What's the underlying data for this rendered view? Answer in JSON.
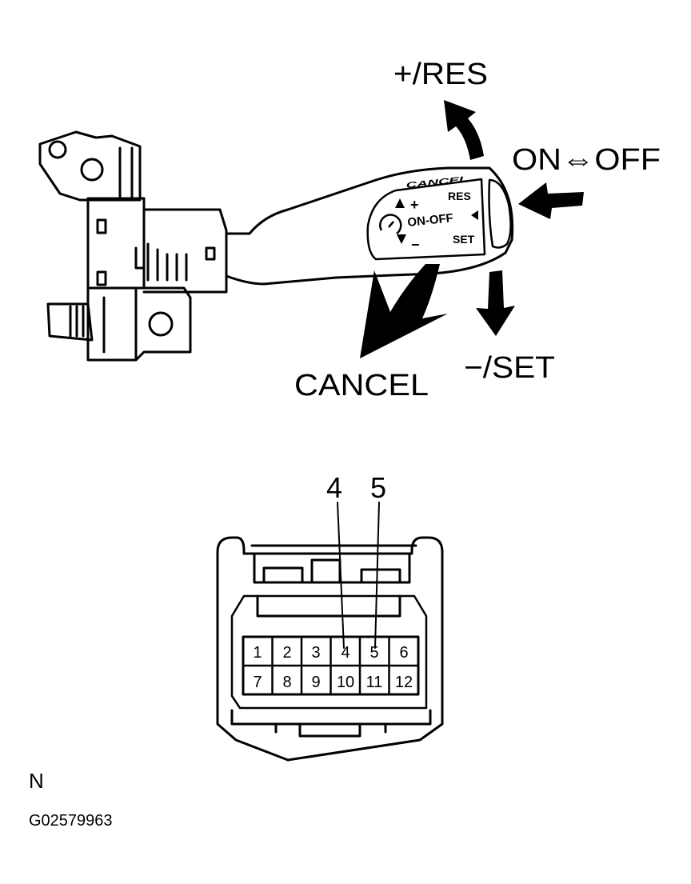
{
  "switch": {
    "labels": {
      "res": "+/RES",
      "onoff": "ON⇔OFF",
      "cancel": "CANCEL",
      "set": "−/SET"
    },
    "lever_face": {
      "cancel": "CANCEL",
      "plus": "+",
      "res": "RES",
      "onoff": "ON-OFF",
      "minus": "−",
      "set": "SET"
    }
  },
  "connector": {
    "callouts": [
      "4",
      "5"
    ],
    "pins_row1": [
      "1",
      "2",
      "3",
      "4",
      "5",
      "6"
    ],
    "pins_row2": [
      "7",
      "8",
      "9",
      "10",
      "11",
      "12"
    ]
  },
  "footer": {
    "view_marker": "N",
    "figure_id": "G02579963"
  }
}
